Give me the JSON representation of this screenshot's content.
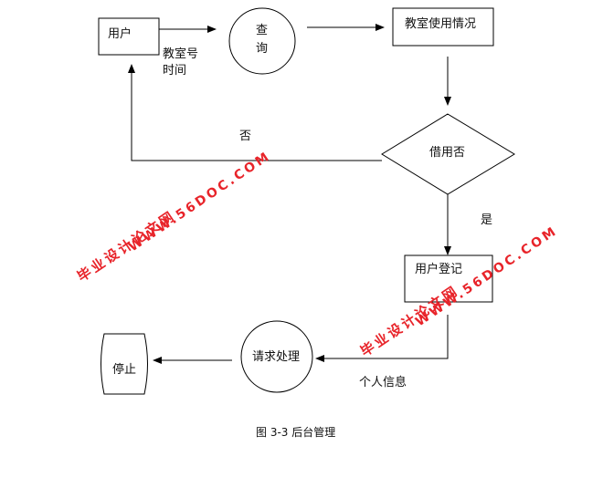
{
  "nodes": {
    "user": "用户",
    "query": [
      "查",
      "询"
    ],
    "classroom_usage": "教室使用情况",
    "borrowed": "借用否",
    "user_register": "用户登记",
    "request_processing": "请求处理",
    "stop": "停止"
  },
  "edge_labels": {
    "classroom_no": "教室号",
    "time": "时间",
    "no": "否",
    "yes": "是",
    "personal_info": "个人信息"
  },
  "caption": "图 3-3  后台管理",
  "watermark": {
    "site_name": "毕业设计论文网",
    "url": "www.56DOC.com"
  }
}
